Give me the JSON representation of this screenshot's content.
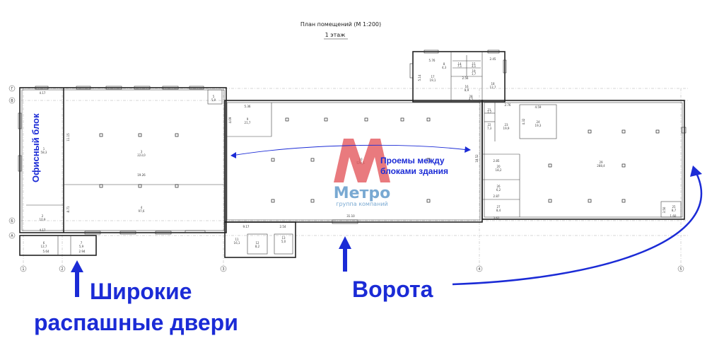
{
  "title": {
    "line1": "План помещений (М 1:200)",
    "line2": "1 этаж"
  },
  "axes": {
    "rows": [
      "Г",
      "В",
      "Б",
      "А"
    ],
    "cols": [
      "1",
      "2",
      "3",
      "4",
      "5"
    ]
  },
  "dimensions": [
    "4.17",
    "5.76",
    "2.45",
    "5.36",
    "2.76",
    "4.59",
    "19.26",
    "4.17",
    "9.17",
    "2.54",
    "2.94",
    "5.64",
    "31.10",
    "3.62",
    "2.87",
    "2.85",
    "2.56",
    "18.52",
    "11.15",
    "8.71",
    "5.14",
    "4.09",
    "4.32",
    "3.50",
    "1.60"
  ],
  "rooms": [
    {
      "num": "1",
      "area": "58,3"
    },
    {
      "num": "2",
      "area": "10,9"
    },
    {
      "num": "3",
      "area": "223,0"
    },
    {
      "num": "4",
      "area": "97,6"
    },
    {
      "num": "5",
      "area": "5,9"
    },
    {
      "num": "6",
      "area": "12,7"
    },
    {
      "num": "7",
      "area": "5,9"
    },
    {
      "num": "8",
      "area": "4,3"
    },
    {
      "num": "9",
      "area": "21,7"
    },
    {
      "num": "10",
      "area": "578,5"
    },
    {
      "num": "11",
      "area": "16,1"
    },
    {
      "num": "12",
      "area": "8,2"
    },
    {
      "num": "13",
      "area": "5,0"
    },
    {
      "num": "14",
      "area": "7,1"
    },
    {
      "num": "15",
      "area": "3,1"
    },
    {
      "num": "16",
      "area": "8,9"
    },
    {
      "num": "17",
      "area": "19,1"
    },
    {
      "num": "18",
      "area": "12,7"
    },
    {
      "num": "19",
      "area": "1,7"
    },
    {
      "num": "20",
      "area": "18,2"
    },
    {
      "num": "21",
      "area": "1,7"
    },
    {
      "num": "22",
      "area": "7,3"
    },
    {
      "num": "23",
      "area": "19,9"
    },
    {
      "num": "24",
      "area": "19,3"
    },
    {
      "num": "25",
      "area": "8,7"
    },
    {
      "num": "26",
      "area": "6,2"
    },
    {
      "num": "27",
      "area": "8,4"
    },
    {
      "num": "28",
      "area": "4,5"
    },
    {
      "num": "29",
      "area": "288,4"
    }
  ],
  "logo": {
    "name": "Метро",
    "subtitle": "группа компаний",
    "red": "#e0474c",
    "blue": "#79a9d2"
  },
  "annotations": {
    "office_block": "Офисный блок",
    "openings_line1": "Проемы между",
    "openings_line2": "блоками здания",
    "doors_line1": "Широкие",
    "doors_line2": "распашные двери",
    "gates": "Ворота",
    "color": "#1b2bd6"
  }
}
